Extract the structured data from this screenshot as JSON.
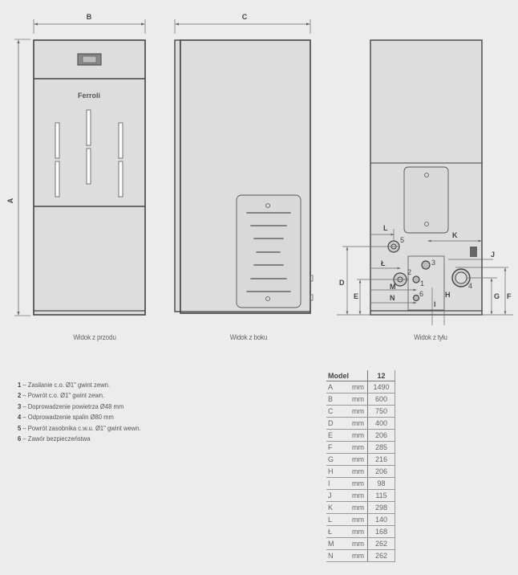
{
  "views": {
    "front": {
      "caption": "Widok z przodu",
      "brand": "Ferroli",
      "dims": {
        "width": "B",
        "height": "A"
      }
    },
    "side": {
      "caption": "Widok z boku",
      "dims": {
        "depth": "C"
      }
    },
    "rear": {
      "caption": "Widok z tyłu",
      "dims": [
        "L",
        "K",
        "Ł",
        "J",
        "D",
        "E",
        "M",
        "N",
        "H",
        "I",
        "G",
        "F"
      ],
      "connections": [
        "1",
        "2",
        "3",
        "4",
        "5",
        "6"
      ]
    }
  },
  "legend": [
    {
      "num": "1",
      "text": " – Zasilanie c.o. Ø1\" gwint zewn."
    },
    {
      "num": "2",
      "text": " – Powrót c.o. Ø1\" gwint zewn."
    },
    {
      "num": "3",
      "text": " – Doprowadzenie powietrza Ø48 mm"
    },
    {
      "num": "4",
      "text": " – Odprowadzenie spalin Ø80 mm"
    },
    {
      "num": "5",
      "text": " – Powrót zasobnika c.w.u. Ø1\" gwint wewn."
    },
    {
      "num": "6",
      "text": " – Zawór bezpieczeństwa"
    }
  ],
  "table": {
    "header": {
      "label": "Model",
      "value": "12"
    },
    "rows": [
      {
        "dim": "A",
        "unit": "mm",
        "value": "1490"
      },
      {
        "dim": "B",
        "unit": "mm",
        "value": "600"
      },
      {
        "dim": "C",
        "unit": "mm",
        "value": "750"
      },
      {
        "dim": "D",
        "unit": "mm",
        "value": "400"
      },
      {
        "dim": "E",
        "unit": "mm",
        "value": "206"
      },
      {
        "dim": "F",
        "unit": "mm",
        "value": "285"
      },
      {
        "dim": "G",
        "unit": "mm",
        "value": "216"
      },
      {
        "dim": "H",
        "unit": "mm",
        "value": "206"
      },
      {
        "dim": "I",
        "unit": "mm",
        "value": "98"
      },
      {
        "dim": "J",
        "unit": "mm",
        "value": "115"
      },
      {
        "dim": "K",
        "unit": "mm",
        "value": "298"
      },
      {
        "dim": "L",
        "unit": "mm",
        "value": "140"
      },
      {
        "dim": "Ł",
        "unit": "mm",
        "value": "168"
      },
      {
        "dim": "M",
        "unit": "mm",
        "value": "262"
      },
      {
        "dim": "N",
        "unit": "mm",
        "value": "262"
      }
    ]
  },
  "colors": {
    "background": "#ececec",
    "panel": "#dcdddc",
    "outline": "#444444",
    "dimline": "#666666"
  }
}
